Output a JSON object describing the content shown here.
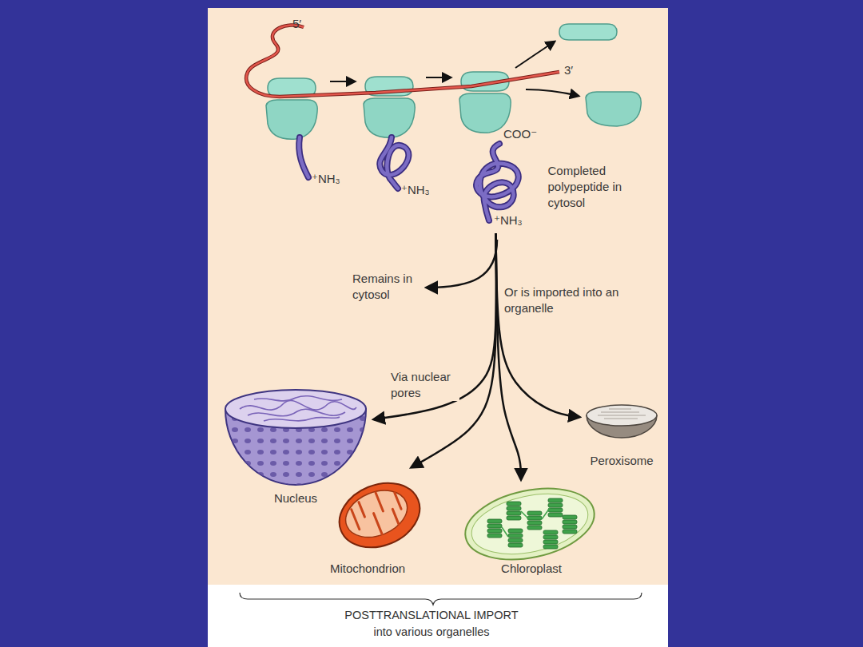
{
  "diagram": {
    "caption": "POSTTRANSLATIONAL IMPORT into various organelles",
    "nodes": [
      {
        "text": [
          "Completed polypeptide in cytosol"
        ]
      },
      {
        "text": [
          "Nucleus"
        ]
      },
      {
        "text": [
          "Mitochondrion"
        ]
      },
      {
        "text": [
          "Chloroplast"
        ]
      },
      {
        "text": [
          "Peroxisome"
        ]
      }
    ],
    "edges": [
      {
        "from": 0,
        "to": 1,
        "label": "Via nuclear pores",
        "arrow": "to"
      },
      {
        "from": 0,
        "to": 2,
        "arrow": "to"
      },
      {
        "from": 0,
        "to": 3,
        "arrow": "to"
      },
      {
        "from": 0,
        "to": 4,
        "arrow": "to"
      }
    ],
    "labels": [
      "5′",
      "3′",
      "COO⁻",
      "⁺NH₃",
      "⁺NH₃",
      "⁺NH₃",
      "Remains in cytosol",
      "Or is imported into an organelle"
    ]
  }
}
